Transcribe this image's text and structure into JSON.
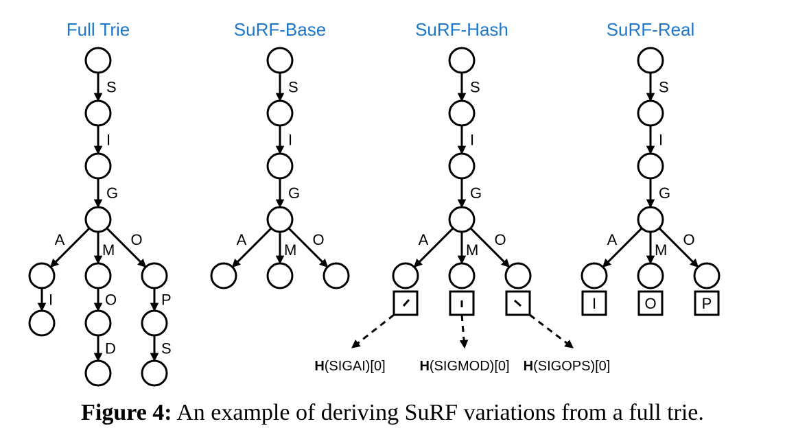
{
  "panels": [
    {
      "title": "Full Trie",
      "chain_labels": [
        "S",
        "I",
        "G"
      ],
      "branches": [
        {
          "label": "A",
          "suffix": [
            "I"
          ]
        },
        {
          "label": "M",
          "suffix": [
            "O",
            "D"
          ]
        },
        {
          "label": "O",
          "suffix": [
            "P",
            "S"
          ]
        }
      ]
    },
    {
      "title": "SuRF-Base",
      "chain_labels": [
        "S",
        "I",
        "G"
      ],
      "branches": [
        {
          "label": "A"
        },
        {
          "label": "M"
        },
        {
          "label": "O"
        }
      ]
    },
    {
      "title": "SuRF-Hash",
      "chain_labels": [
        "S",
        "I",
        "G"
      ],
      "branches": [
        {
          "label": "A",
          "hash_fn": "H",
          "hash_arg": "(SIGAI)[0]"
        },
        {
          "label": "M",
          "hash_fn": "H",
          "hash_arg": "(SIGMOD)[0]"
        },
        {
          "label": "O",
          "hash_fn": "H",
          "hash_arg": "(SIGOPS)[0]"
        }
      ]
    },
    {
      "title": "SuRF-Real",
      "chain_labels": [
        "S",
        "I",
        "G"
      ],
      "branches": [
        {
          "label": "A",
          "box": "I"
        },
        {
          "label": "M",
          "box": "O"
        },
        {
          "label": "O",
          "box": "P"
        }
      ]
    }
  ],
  "caption": {
    "bold": "Figure 4:",
    "text": " An example of deriving SuRF variations from a full trie."
  }
}
